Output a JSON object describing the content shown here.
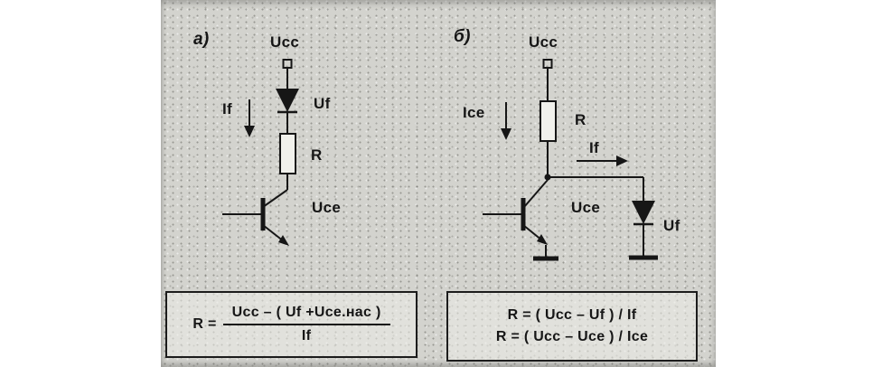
{
  "colors": {
    "scan_bg": "#d3d3ce",
    "ink": "#161616",
    "paper": "#ffffff"
  },
  "circuit_a": {
    "label": "a)",
    "supply_label": "Ucc",
    "diode_label": "Uf",
    "current_label": "If",
    "resistor_label": "R",
    "transistor_label": "Uce",
    "formula": {
      "prefix": "R =",
      "numerator": "Ucc – ( Uf +Uce.нас )",
      "denominator": "If"
    }
  },
  "circuit_b": {
    "label": "б)",
    "supply_label": "Ucc",
    "current_label": "Ice",
    "resistor_label": "R",
    "diode_current_label": "If",
    "transistor_label": "Uce",
    "diode_label": "Uf",
    "formula_line1": "R = ( Ucc – Uf ) / If",
    "formula_line2": "R = ( Ucc – Uce ) / Ice"
  }
}
